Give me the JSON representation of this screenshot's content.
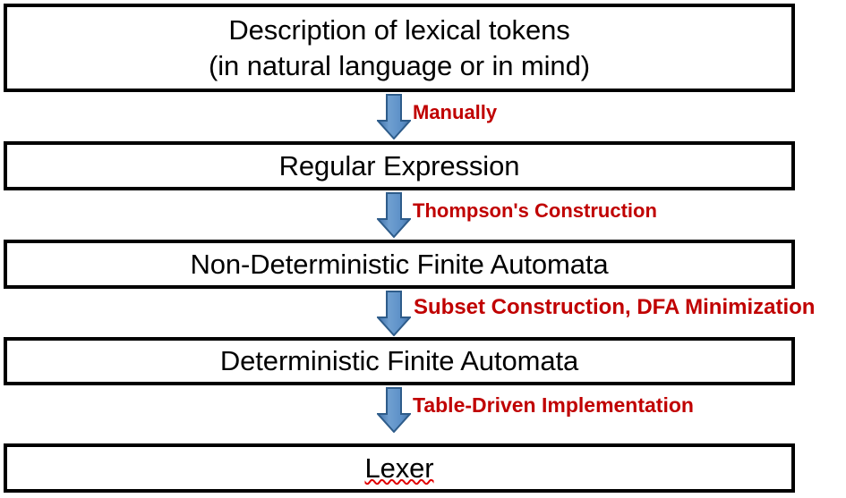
{
  "diagram": {
    "title": "Lexer construction pipeline",
    "colors": {
      "box_border": "#000000",
      "box_fill": "#ffffff",
      "box_text": "#000000",
      "label_text": "#c00000",
      "arrow_fill": "#5b8fc7",
      "arrow_fill_light": "#7aa7d4",
      "arrow_outline": "#2e5c8a",
      "misspelling_underline": "#e00000"
    },
    "stages": [
      {
        "id": "description-of-lexical-tokens",
        "text": "Description of lexical tokens\n(in natural language or in mind)",
        "misspelled": false
      },
      {
        "id": "regular-expression",
        "text": "Regular Expression",
        "misspelled": false
      },
      {
        "id": "non-deterministic-finite-automata",
        "text": "Non-Deterministic Finite Automata",
        "misspelled": false
      },
      {
        "id": "deterministic-finite-automata",
        "text": "Deterministic Finite Automata",
        "misspelled": false
      },
      {
        "id": "lexer",
        "text": "Lexer",
        "misspelled": true
      }
    ],
    "transitions": [
      {
        "id": "manually",
        "label": "Manually",
        "arrow_icon": "down-arrow-icon",
        "from": "description-of-lexical-tokens",
        "to": "regular-expression"
      },
      {
        "id": "thompsons-construction",
        "label": "Thompson's Construction",
        "arrow_icon": "down-arrow-icon",
        "from": "regular-expression",
        "to": "non-deterministic-finite-automata"
      },
      {
        "id": "subset-construction-dfa-minimization",
        "label": "Subset Construction, DFA Minimization",
        "arrow_icon": "down-arrow-icon",
        "from": "non-deterministic-finite-automata",
        "to": "deterministic-finite-automata"
      },
      {
        "id": "table-driven-implementation",
        "label": "Table-Driven Implementation",
        "arrow_icon": "down-arrow-icon",
        "from": "deterministic-finite-automata",
        "to": "lexer"
      }
    ]
  }
}
